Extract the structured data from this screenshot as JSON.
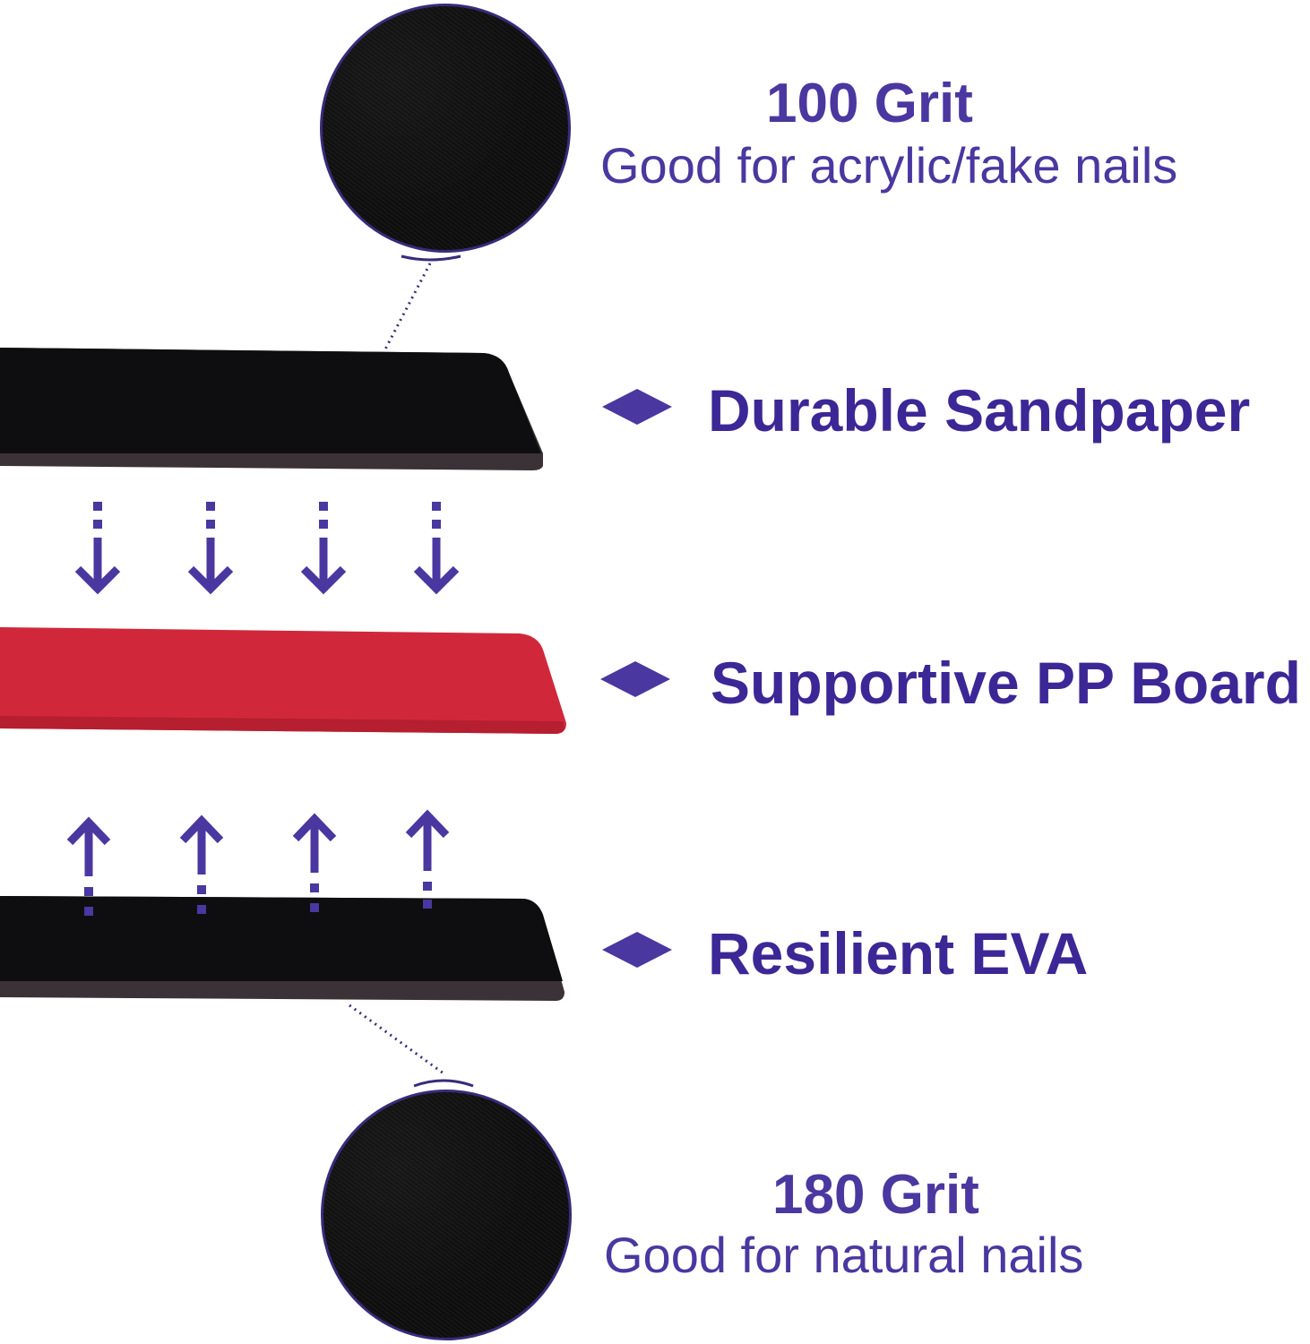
{
  "colors": {
    "accent": "#4a37a0",
    "label": "#3c2796",
    "sandpaper": "#0e0e10",
    "sandpaper_edge": "#3a3236",
    "pp_board": "#d0283a",
    "pp_board_edge": "#b51f30",
    "background": "#ffffff"
  },
  "top_detail": {
    "title": "100 Grit",
    "description": "Good for acrylic/fake nails",
    "icon": "zoom-circle-coarse-grit"
  },
  "layers": [
    {
      "label": "Durable Sandpaper",
      "icon": "diamond-bullet-icon",
      "material": "black sandpaper strip"
    },
    {
      "label": "Supportive PP Board",
      "icon": "diamond-bullet-icon",
      "material": "red PP board strip"
    },
    {
      "label": "Resilient EVA",
      "icon": "diamond-bullet-icon",
      "material": "black EVA strip"
    }
  ],
  "arrows": {
    "down_count": 4,
    "up_count": 4,
    "down_icon": "dashed-arrow-down-icon",
    "up_icon": "dashed-arrow-up-icon"
  },
  "bottom_detail": {
    "title": "180 Grit",
    "description": "Good for natural nails",
    "icon": "zoom-circle-fine-grit"
  }
}
